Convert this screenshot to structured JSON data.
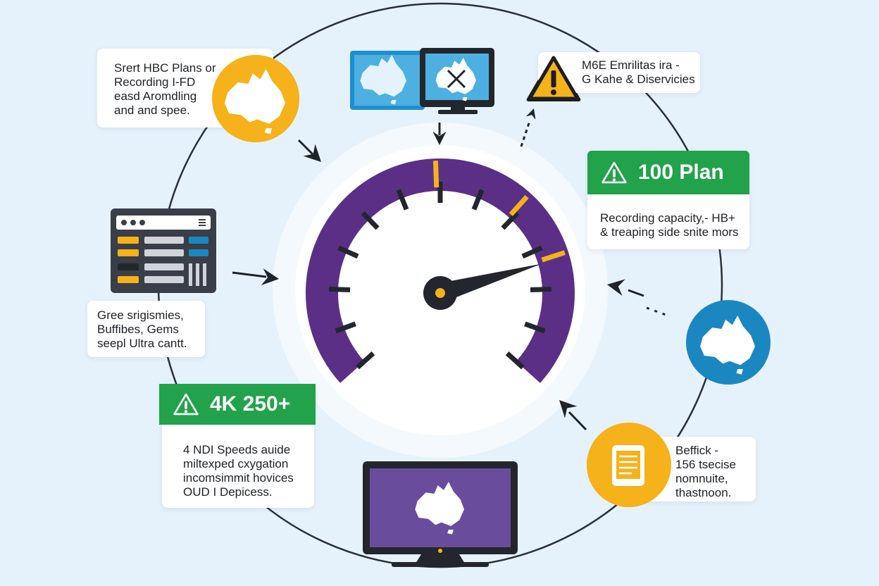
{
  "colors": {
    "background": "#e6f2fb",
    "gauge_purple": "#5b2f86",
    "accent_yellow": "#f5b21a",
    "accent_blue": "#1b87c1",
    "header_green": "#22a24a",
    "dark": "#2b2f38",
    "screen_purple": "#6a4c9c"
  },
  "gauge": {
    "needle_level": 0.78
  },
  "cards": {
    "top_left": {
      "lines": [
        "Srert HBC Plans or",
        "Recording I-FD",
        "easd Aromdling",
        "and and spee."
      ]
    },
    "top_right": {
      "lines": [
        "M6E Emrilitas ira -",
        "G Kahe & Diservicies"
      ]
    },
    "plan_100": {
      "title": "100 Plan",
      "lines": [
        "Recording capacity,- HB+",
        "& treaping side snite mors"
      ]
    },
    "mid_left": {
      "lines": [
        "Gree srigismies,",
        "Buffibes, Gems",
        "seepl Ultra cantt."
      ]
    },
    "plan_4k": {
      "title": "4K 250+",
      "lines": [
        "4 NDI Speeds auide",
        "miltexped cxygation",
        "incomsimmit hovices",
        "OUD I Depicess."
      ]
    },
    "bottom_right": {
      "lines": [
        "Beffick -",
        "156 tsecise",
        "nomnuite,",
        "thastnoon."
      ]
    }
  },
  "icons": {
    "australia_map": "australia-map-icon",
    "warning": "warning-icon",
    "monitor": "monitor-icon",
    "dashboard_window": "dashboard-window-icon",
    "tablet": "tablet-icon",
    "arrow": "arrow-icon"
  }
}
